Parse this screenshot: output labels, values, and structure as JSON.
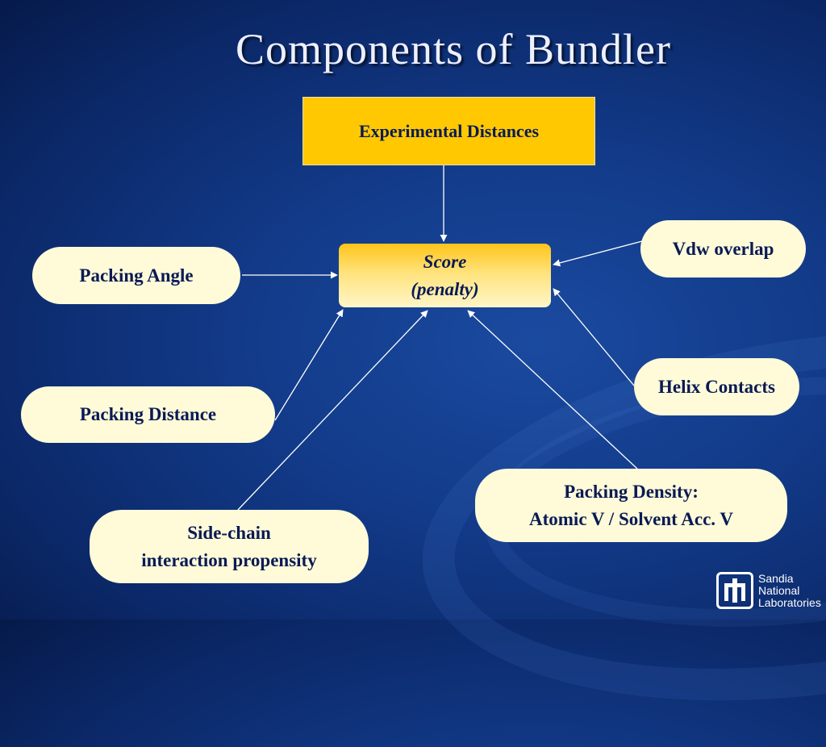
{
  "slide": {
    "title": "Components of Bundler"
  },
  "nodes": {
    "experimental_distances": "Experimental Distances",
    "score_line1": "Score",
    "score_line2": "(penalty)",
    "vdw_overlap": "Vdw overlap",
    "packing_angle": "Packing Angle",
    "helix_contacts": "Helix Contacts",
    "packing_distance": "Packing Distance",
    "packing_density_line1": "Packing Density:",
    "packing_density_line2": "Atomic V / Solvent Acc. V",
    "side_chain_line1": "Side-chain",
    "side_chain_line2": "interaction propensity"
  },
  "logo": {
    "line1": "Sandia",
    "line2": "National",
    "line3": "Laboratories"
  },
  "colors": {
    "background": "#123a88",
    "pill_fill": "#fffbd8",
    "experimental_fill": "#ffc800",
    "score_fill_top": "#ffc41a",
    "text": "#0a1a55",
    "arrow": "#ffffff"
  }
}
